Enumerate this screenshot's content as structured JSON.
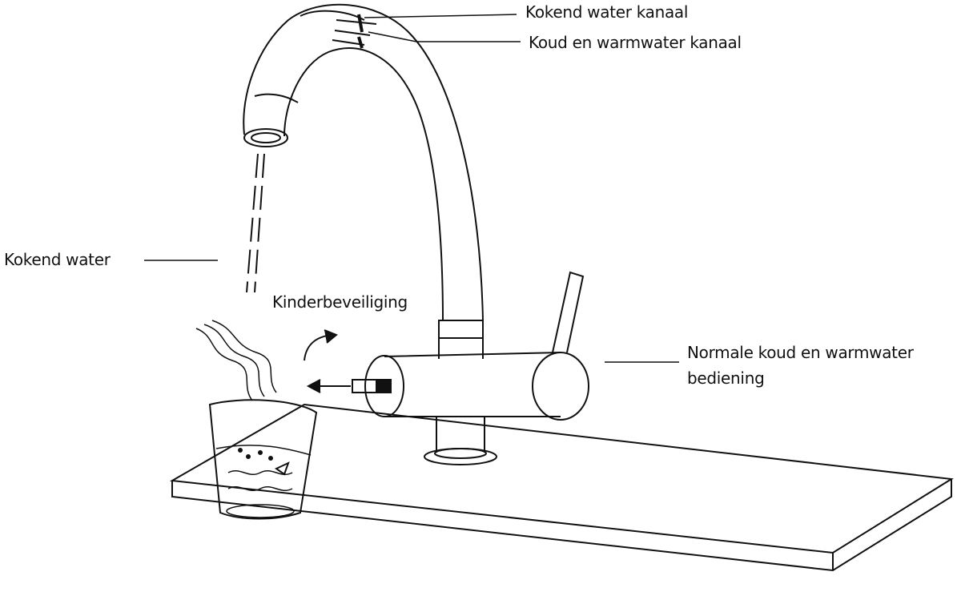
{
  "labels": {
    "boiling_channel": "Kokend water kanaal",
    "cold_warm_channel": "Koud en warmwater kanaal",
    "boiling_water": "Kokend water",
    "child_lock": "Kinderbeveiliging",
    "normal_control_line1": "Normale koud en warmwater",
    "normal_control_line2": "bediening"
  },
  "colors": {
    "stroke": "#111111",
    "background": "#ffffff"
  }
}
